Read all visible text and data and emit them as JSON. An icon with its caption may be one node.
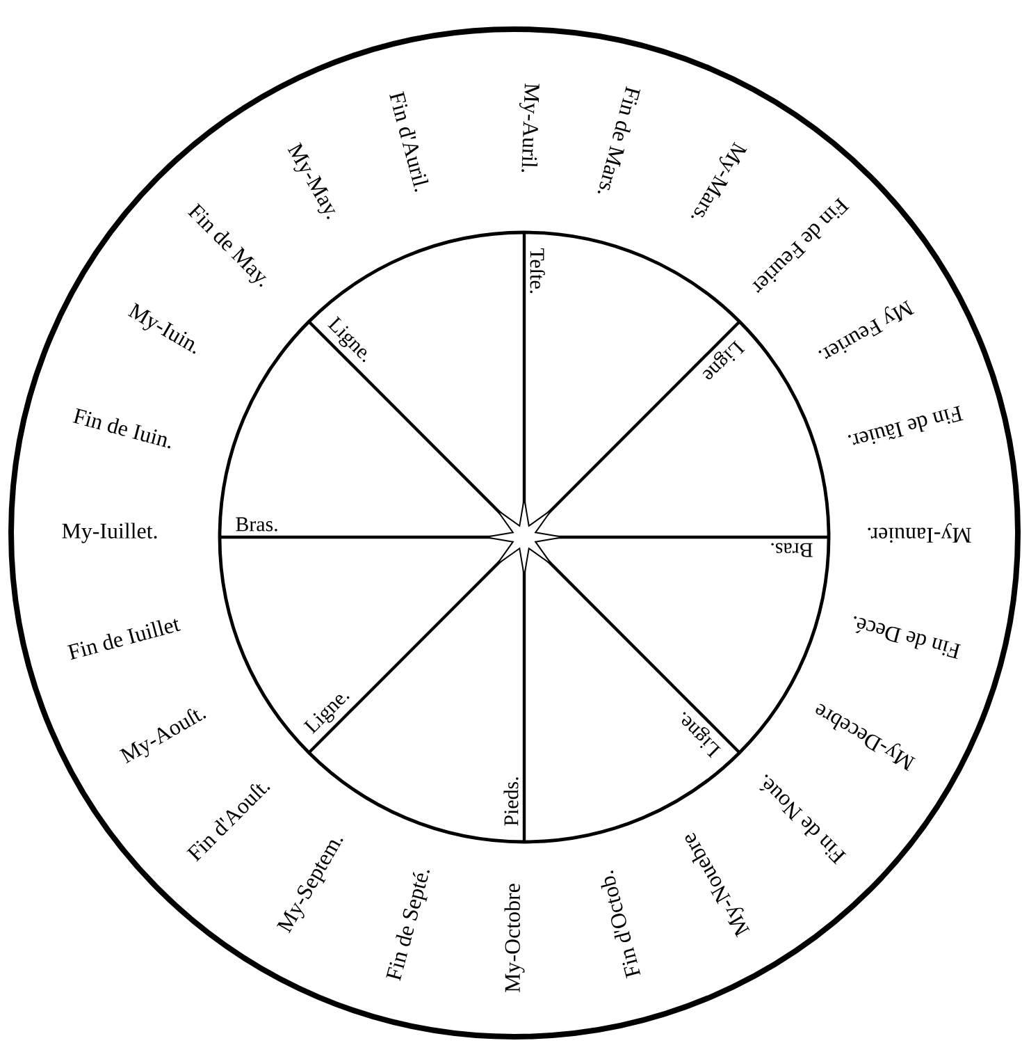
{
  "diagram": {
    "nodes": [
      {
        "text": [],
        "shape": "circle"
      },
      {
        "text": [],
        "shape": "circle",
        "in": 0
      },
      {
        "text": [],
        "shape": "star",
        "in": 1
      }
    ],
    "labels": [
      "My-Auril.",
      "Fin de Mars.",
      "My-Mars.",
      "Fin de Feurier",
      "My Feurier.",
      "Fin de Iãuier.",
      "My-Ianuier.",
      "Fin de Decé.",
      "My-Decebre",
      "Fin de Noué.",
      "My-Nouebre",
      "Fin d'Octob.",
      "My-Octobre",
      "Fin de Septé.",
      "My-Septem.",
      "Fin d'Aouſt.",
      "My-Aouſt.",
      "Fin de Iuillet",
      "My-Iuillet.",
      "Fin de Iuin.",
      "My-Iuin.",
      "Fin de May.",
      "My-May.",
      "Fin d'Auril.",
      "Teſte.",
      "Ligne",
      "Bras.",
      "Ligne.",
      "Pieds.",
      "Ligne.",
      "Bras.",
      "Ligne."
    ]
  }
}
